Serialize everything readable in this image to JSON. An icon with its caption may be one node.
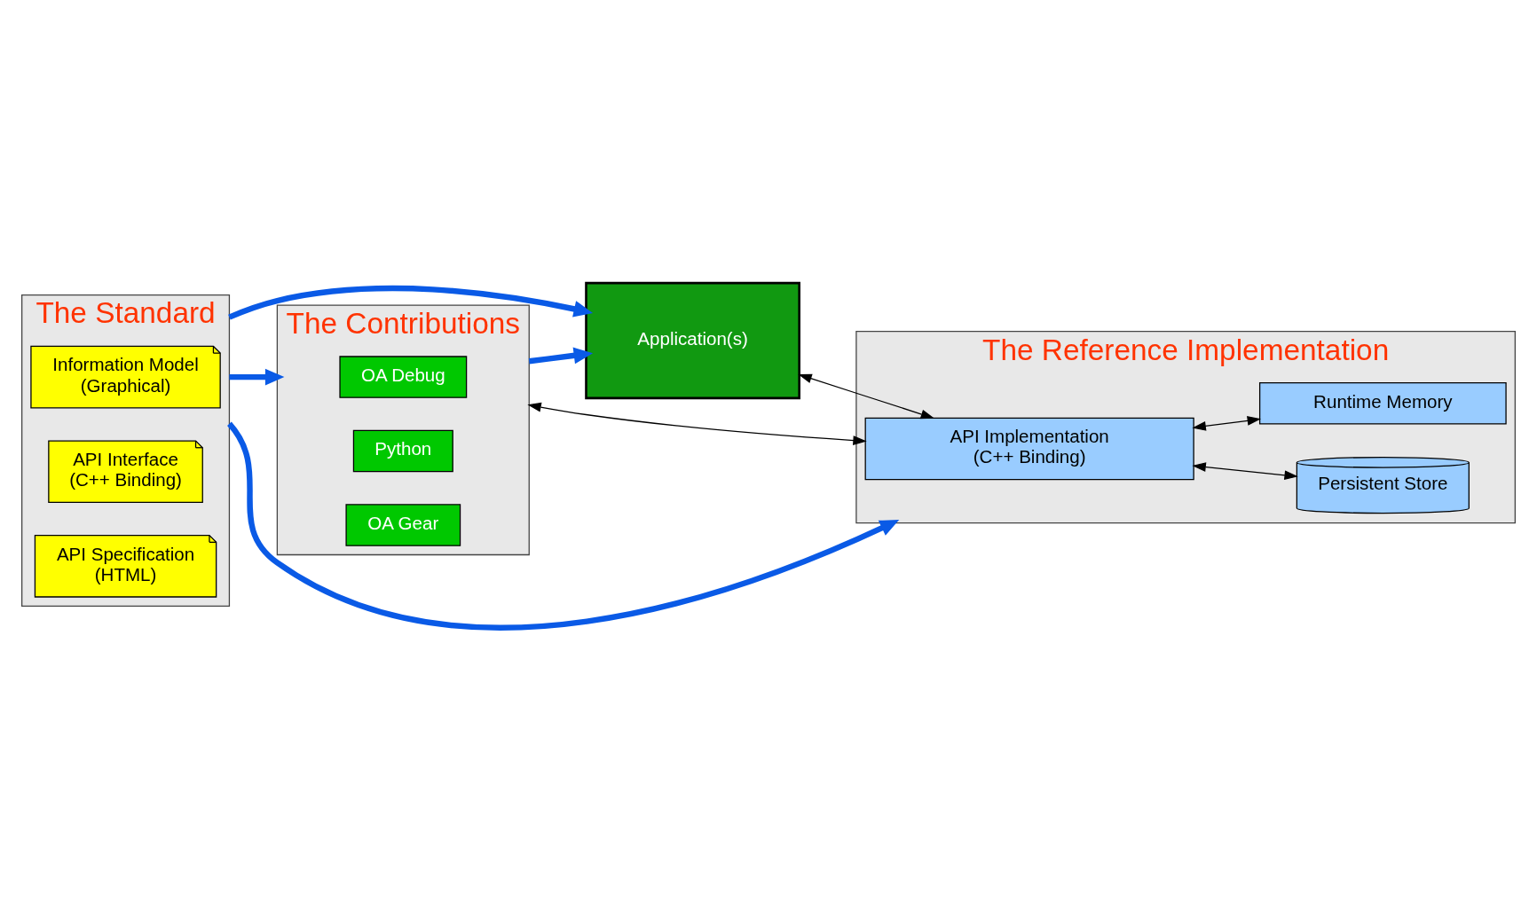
{
  "diagram": {
    "nodes": [
      {
        "text": [
          "The Standard"
        ]
      },
      {
        "text": [
          "Information Model",
          "(Graphical)"
        ],
        "in": 0
      },
      {
        "text": [
          "API Interface",
          "(C++ Binding)"
        ],
        "in": 0
      },
      {
        "text": [
          "API Specification",
          "(HTML)"
        ],
        "in": 0
      },
      {
        "text": [
          "The Contributions"
        ]
      },
      {
        "text": [
          "OA Debug"
        ],
        "in": 4
      },
      {
        "text": [
          "Python"
        ],
        "in": 4
      },
      {
        "text": [
          "OA Gear"
        ],
        "in": 4
      },
      {
        "text": [
          "Application(s)"
        ]
      },
      {
        "text": [
          "The Reference Implementation"
        ]
      },
      {
        "text": [
          "API Implementation",
          "(C++ Binding)"
        ],
        "in": 9
      },
      {
        "text": [
          "Persistent Store"
        ],
        "in": 9
      },
      {
        "text": [
          "Runtime Memory"
        ],
        "in": 9
      }
    ],
    "edges": [
      {
        "from": 0,
        "to": 8,
        "arrow": "to",
        "style": "thick",
        "color": "#0a5ae6"
      },
      {
        "from": 0,
        "to": 4,
        "arrow": "to",
        "style": "thick",
        "color": "#0a5ae6"
      },
      {
        "from": 4,
        "to": 8,
        "arrow": "to",
        "style": "thick",
        "color": "#0a5ae6"
      },
      {
        "from": 0,
        "to": 9,
        "arrow": "to",
        "style": "thick",
        "color": "#0a5ae6"
      },
      {
        "from": 4,
        "to": 10,
        "arrow": "both",
        "color": "#000000"
      },
      {
        "from": 8,
        "to": 10,
        "arrow": "both",
        "color": "#000000"
      },
      {
        "from": 10,
        "to": 11,
        "arrow": "both",
        "color": "#000000"
      },
      {
        "from": 10,
        "to": 12,
        "arrow": "both",
        "color": "#000000"
      }
    ]
  }
}
